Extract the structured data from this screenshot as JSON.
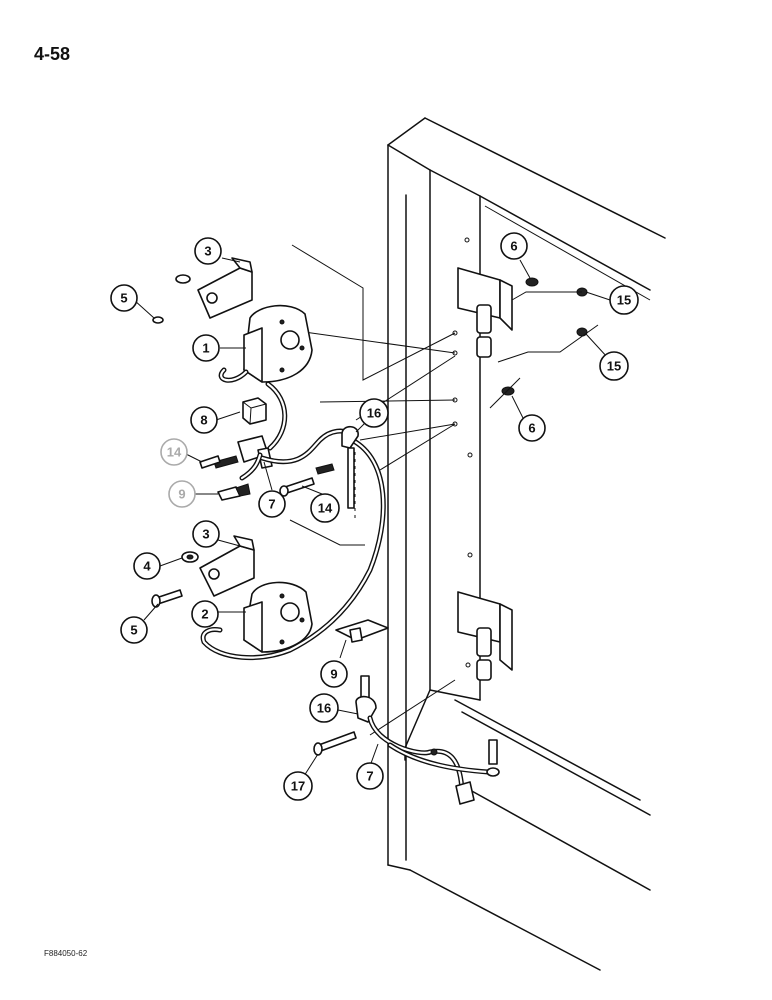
{
  "page": {
    "number": "4-58",
    "figure_code": "F884050-62"
  },
  "callouts": [
    {
      "id": "c3a",
      "label": "3"
    },
    {
      "id": "c5a",
      "label": "5"
    },
    {
      "id": "c1",
      "label": "1"
    },
    {
      "id": "c8",
      "label": "8"
    },
    {
      "id": "c14a",
      "label": "14"
    },
    {
      "id": "c9a",
      "label": "9"
    },
    {
      "id": "c7a",
      "label": "7"
    },
    {
      "id": "c14b",
      "label": "14"
    },
    {
      "id": "c16a",
      "label": "16"
    },
    {
      "id": "c6a",
      "label": "6"
    },
    {
      "id": "c15a",
      "label": "15"
    },
    {
      "id": "c15b",
      "label": "15"
    },
    {
      "id": "c6b",
      "label": "6"
    },
    {
      "id": "c3b",
      "label": "3"
    },
    {
      "id": "c4",
      "label": "4"
    },
    {
      "id": "c5b",
      "label": "5"
    },
    {
      "id": "c2",
      "label": "2"
    },
    {
      "id": "c9b",
      "label": "9"
    },
    {
      "id": "c16b",
      "label": "16"
    },
    {
      "id": "c17",
      "label": "17"
    },
    {
      "id": "c7b",
      "label": "7"
    }
  ]
}
